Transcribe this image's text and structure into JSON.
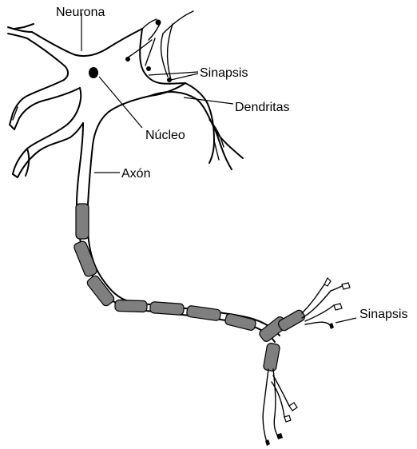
{
  "labels": {
    "neurona": "Neurona",
    "sinapsis_top": "Sinapsis",
    "dendritas": "Dendritas",
    "nucleo": "Núcleo",
    "axon": "Axón",
    "sinapsis_bottom": "Sinapsis"
  },
  "colors": {
    "myelin": "#7f7f7f",
    "outline": "#000000",
    "background": "#ffffff"
  }
}
